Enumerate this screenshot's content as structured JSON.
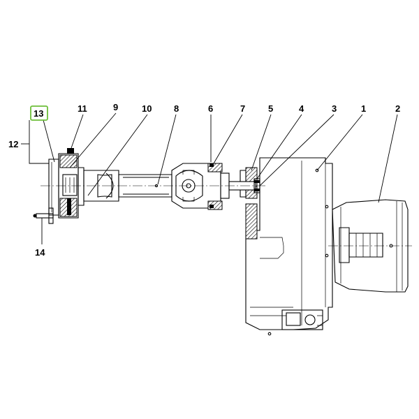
{
  "diagram": {
    "callouts": {
      "c1": "1",
      "c2": "2",
      "c3": "3",
      "c4": "4",
      "c5": "5",
      "c6": "6",
      "c7": "7",
      "c8": "8",
      "c9": "9",
      "c10": "10",
      "c11": "11",
      "c12": "12",
      "c13": "13",
      "c14": "14"
    },
    "highlight_color": "#6dbf3a"
  }
}
